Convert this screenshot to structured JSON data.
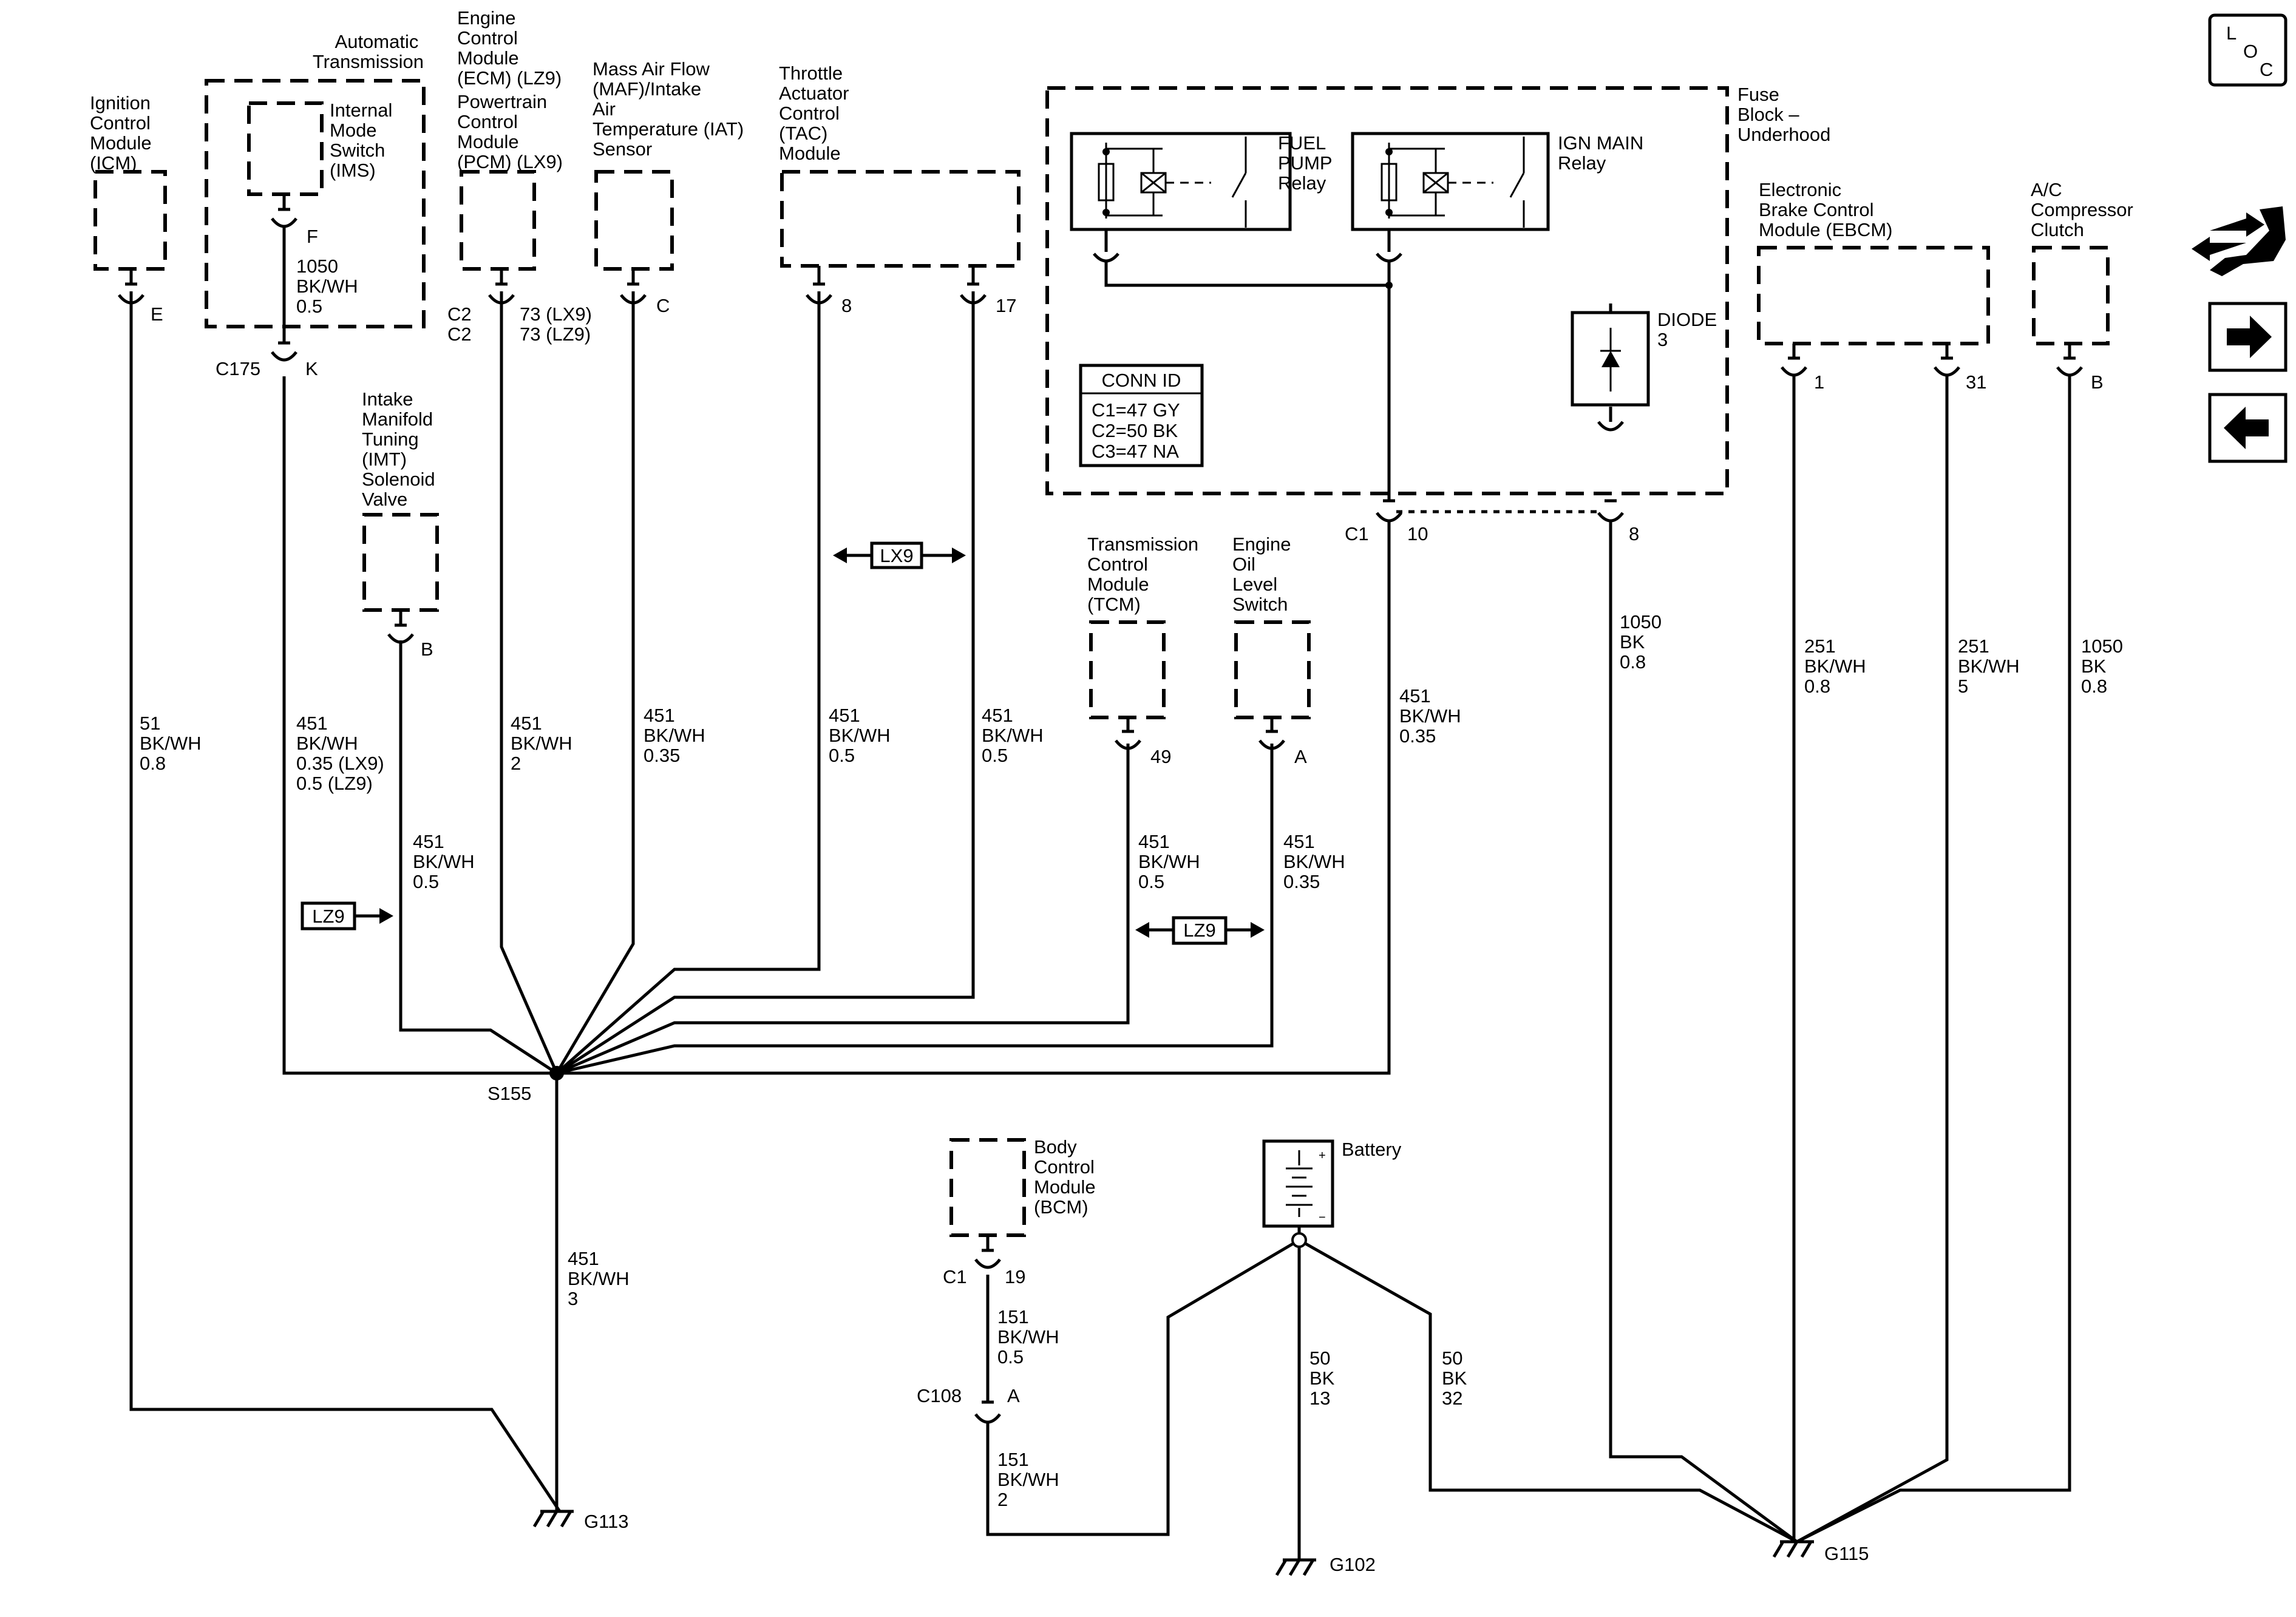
{
  "components": {
    "icm": [
      "Ignition",
      "Control",
      "Module",
      "(ICM)"
    ],
    "automatic_transmission": [
      "Automatic",
      "Transmission"
    ],
    "ims": [
      "Internal",
      "Mode",
      "Switch",
      "(IMS)"
    ],
    "ecm": [
      "Engine",
      "Control",
      "Module",
      "(ECM) (LZ9)",
      "Powertrain",
      "Control",
      "Module",
      "(PCM) (LX9)"
    ],
    "maf": [
      "Mass Air Flow",
      "(MAF)/Intake",
      "Air",
      "Temperature (IAT)",
      "Sensor"
    ],
    "tac": [
      "Throttle",
      "Actuator",
      "Control",
      "(TAC)",
      "Module"
    ],
    "fuse_block": [
      "Fuse",
      "Block –",
      "Underhood"
    ],
    "fuel_pump_relay": [
      "FUEL",
      "PUMP",
      "Relay"
    ],
    "ign_main_relay": [
      "IGN MAIN",
      "Relay"
    ],
    "ebcm": [
      "Electronic",
      "Brake Control",
      "Module (EBCM)"
    ],
    "ac_clutch": [
      "A/C",
      "Compressor",
      "Clutch"
    ],
    "imt": [
      "Intake",
      "Manifold",
      "Tuning",
      "(IMT)",
      "Solenoid",
      "Valve"
    ],
    "tcm": [
      "Transmission",
      "Control",
      "Module",
      "(TCM)"
    ],
    "oil_level": [
      "Engine",
      "Oil",
      "Level",
      "Switch"
    ],
    "diode": [
      "DIODE",
      "3"
    ],
    "bcm": [
      "Body",
      "Control",
      "Module",
      "(BCM)"
    ],
    "battery": "Battery"
  },
  "conn_id": {
    "title": "CONN ID",
    "lines": [
      "C1=47 GY",
      "C2=50 BK",
      "C3=47 NA"
    ]
  },
  "pins": {
    "icm": "E",
    "ims": "F",
    "c175": "C175",
    "c175_pin": "K",
    "ecm_conn": [
      "C2",
      "C2"
    ],
    "ecm_pin": [
      "73 (LX9)",
      "73 (LZ9)"
    ],
    "maf": "C",
    "tac_8": "8",
    "tac_17": "17",
    "imt": "B",
    "fuse_c1": "C1",
    "fuse_10": "10",
    "fuse_8": "8",
    "tcm": "49",
    "oil": "A",
    "ebcm_1": "1",
    "ebcm_31": "31",
    "ac": "B",
    "bcm_conn": "C1",
    "bcm_pin": "19",
    "c108": "C108",
    "c108_pin": "A"
  },
  "wires": {
    "ims": [
      "1050",
      "BK/WH",
      "0.5"
    ],
    "icm": [
      "51",
      "BK/WH",
      "0.8"
    ],
    "c175": [
      "451",
      "BK/WH",
      "0.35 (LX9)",
      "0.5 (LZ9)"
    ],
    "ecm": [
      "451",
      "BK/WH",
      "2"
    ],
    "maf": [
      "451",
      "BK/WH",
      "0.35"
    ],
    "tac8": [
      "451",
      "BK/WH",
      "0.5"
    ],
    "tac17": [
      "451",
      "BK/WH",
      "0.5"
    ],
    "imt": [
      "451",
      "BK/WH",
      "0.5"
    ],
    "fuse": [
      "451",
      "BK/WH",
      "0.35"
    ],
    "tcm": [
      "451",
      "BK/WH",
      "0.5"
    ],
    "oil": [
      "451",
      "BK/WH",
      "0.35"
    ],
    "diode": [
      "1050",
      "BK",
      "0.8"
    ],
    "ebcm1": [
      "251",
      "BK/WH",
      "0.8"
    ],
    "ebcm31": [
      "251",
      "BK/WH",
      "5"
    ],
    "ac": [
      "1050",
      "BK",
      "0.8"
    ],
    "s155": [
      "451",
      "BK/WH",
      "3"
    ],
    "bcm_upper": [
      "151",
      "BK/WH",
      "0.5"
    ],
    "bcm_lower": [
      "151",
      "BK/WH",
      "2"
    ],
    "bat13": [
      "50",
      "BK",
      "13"
    ],
    "bat32": [
      "50",
      "BK",
      "32"
    ]
  },
  "option_tags": {
    "lx9": "LX9",
    "lz9_a": "LZ9",
    "lz9_b": "LZ9"
  },
  "splice": "S155",
  "grounds": {
    "g113": "G113",
    "g102": "G102",
    "g115": "G115"
  },
  "nav": {
    "loc": [
      "L",
      "O",
      "C"
    ],
    "connector_icon": "connector-icon",
    "next_icon": "arrow-right-icon",
    "prev_icon": "arrow-left-icon"
  }
}
